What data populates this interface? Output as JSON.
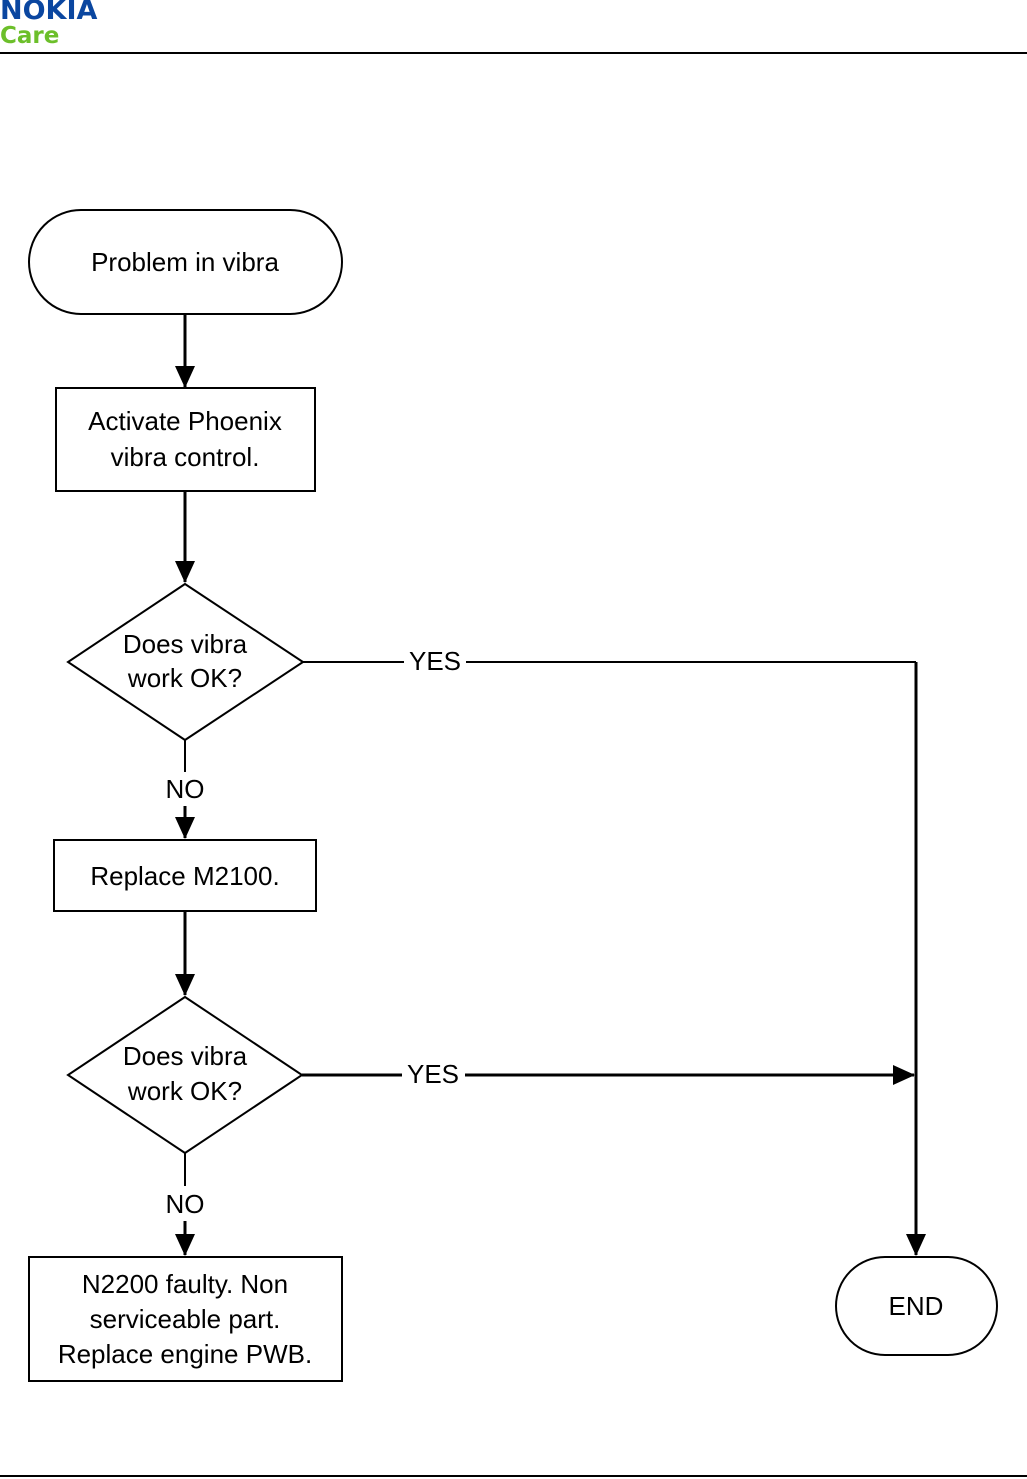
{
  "header": {
    "brand_name": "NOKIA",
    "brand_sub": "Care",
    "brand_color": "#0a46a0",
    "sub_color": "#6cbf2a"
  },
  "flowchart": {
    "start": "Problem in vibra",
    "step1": [
      "Activate Phoenix",
      "vibra control."
    ],
    "decision1": [
      "Does vibra",
      "work OK?"
    ],
    "step2": "Replace M2100.",
    "decision2": [
      "Does vibra",
      "work OK?"
    ],
    "fail": [
      "N2200 faulty. Non",
      "serviceable part.",
      "Replace engine PWB."
    ],
    "end": "END",
    "yes_label": "YES",
    "no_label": "NO"
  }
}
